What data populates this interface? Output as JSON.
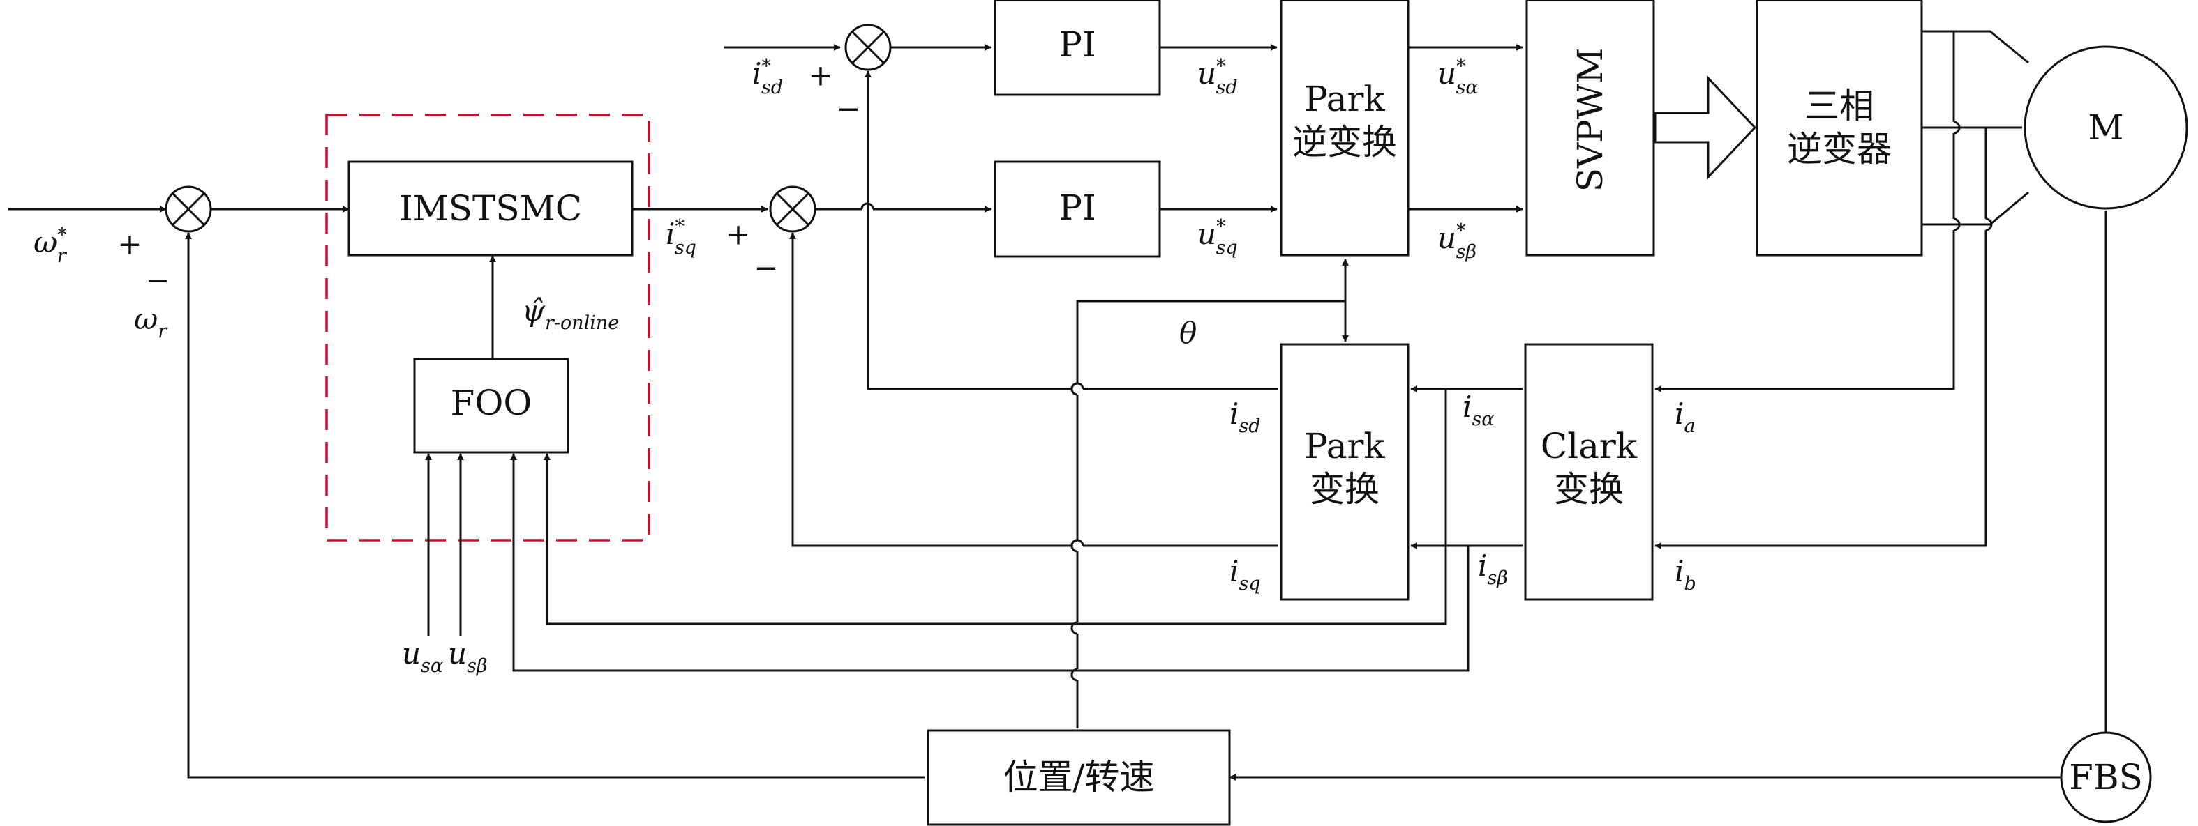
{
  "blocks": {
    "imstsmc": "IMSTSMC",
    "foo": "FOO",
    "pi_top": "PI",
    "pi_bottom": "PI",
    "park_inv_line1": "Park",
    "park_inv_line2": "逆变换",
    "svpwm": "SVPWM",
    "inverter_line1": "三相",
    "inverter_line2": "逆变器",
    "motor": "M",
    "park_line1": "Park",
    "park_line2": "变换",
    "clark_line1": "Clark",
    "clark_line2": "变换",
    "pos_speed": "位置/转速",
    "fbs": "FBS"
  },
  "signals": {
    "omega_ref": {
      "base": "ω",
      "sup": "*",
      "sub": "r"
    },
    "omega_fb": {
      "base": "ω",
      "sub": "r"
    },
    "isq_ref": {
      "base": "i",
      "sup": "*",
      "sub": "sq"
    },
    "isd_ref": {
      "base": "i",
      "sup": "*",
      "sub": "sd"
    },
    "psi_hat": {
      "base": "ψ̂",
      "sub": "r-online"
    },
    "usd_ref": {
      "base": "u",
      "sup": "*",
      "sub": "sd"
    },
    "usq_ref": {
      "base": "u",
      "sup": "*",
      "sub": "sq"
    },
    "usalpha_ref": {
      "base": "u",
      "sup": "*",
      "sub": "sα"
    },
    "usbeta_ref": {
      "base": "u",
      "sup": "*",
      "sub": "sβ"
    },
    "theta": {
      "base": "θ"
    },
    "isd": {
      "base": "i",
      "sub": "sd"
    },
    "isq": {
      "base": "i",
      "sub": "sq"
    },
    "isalpha": {
      "base": "i",
      "sub": "sα"
    },
    "isbeta": {
      "base": "i",
      "sub": "sβ"
    },
    "ia": {
      "base": "i",
      "sub": "a"
    },
    "ib": {
      "base": "i",
      "sub": "b"
    },
    "usalpha": {
      "base": "u",
      "sub": "sα"
    },
    "usbeta": {
      "base": "u",
      "sub": "sβ"
    }
  },
  "signs": {
    "sum1_plus": "+",
    "sum1_minus": "−",
    "sum2_plus": "+",
    "sum2_minus": "−",
    "sum3_plus": "+",
    "sum3_minus": "−"
  },
  "colors": {
    "observer_boundary": "#c8102e",
    "line": "#111111"
  }
}
